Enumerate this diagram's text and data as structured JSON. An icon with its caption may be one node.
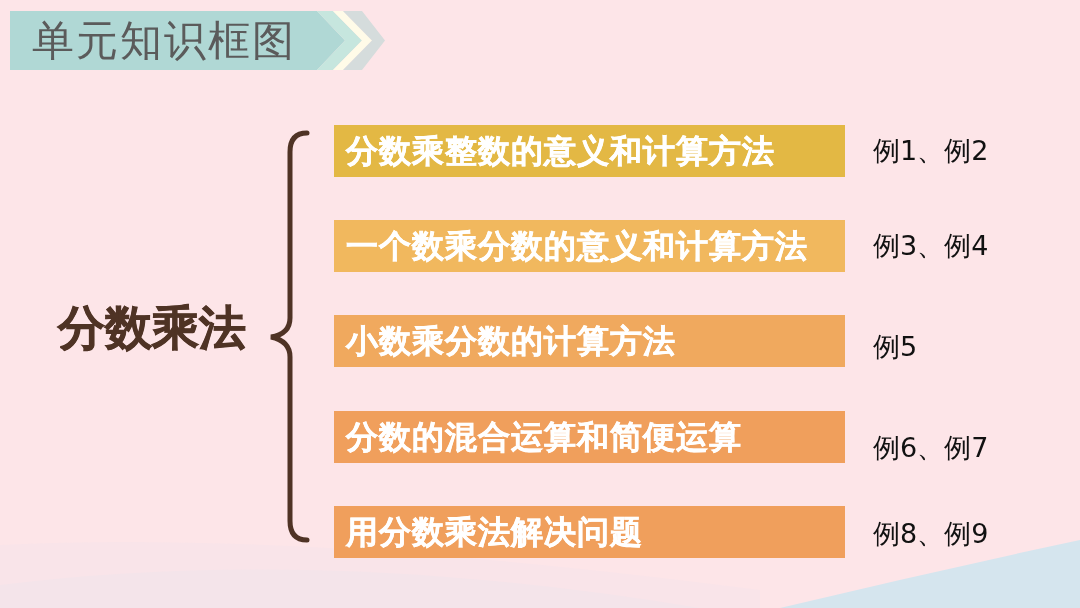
{
  "diagram": {
    "title": "单元知识框图",
    "nodes": [
      {
        "text": [
          "分数乘法"
        ]
      },
      {
        "text": [
          "分数乘整数的意义和计算方法"
        ],
        "beside": [
          "例1、例2"
        ]
      },
      {
        "text": [
          "一个数乘分数的意义和计算方法"
        ],
        "beside": [
          "例3、例4"
        ]
      },
      {
        "text": [
          "小数乘分数的计算方法"
        ],
        "beside": [
          "例5"
        ]
      },
      {
        "text": [
          "分数的混合运算和简便运算"
        ],
        "beside": [
          "例6、例7"
        ]
      },
      {
        "text": [
          "用分数乘法解决问题"
        ],
        "beside": [
          "例8、例9"
        ]
      }
    ]
  }
}
